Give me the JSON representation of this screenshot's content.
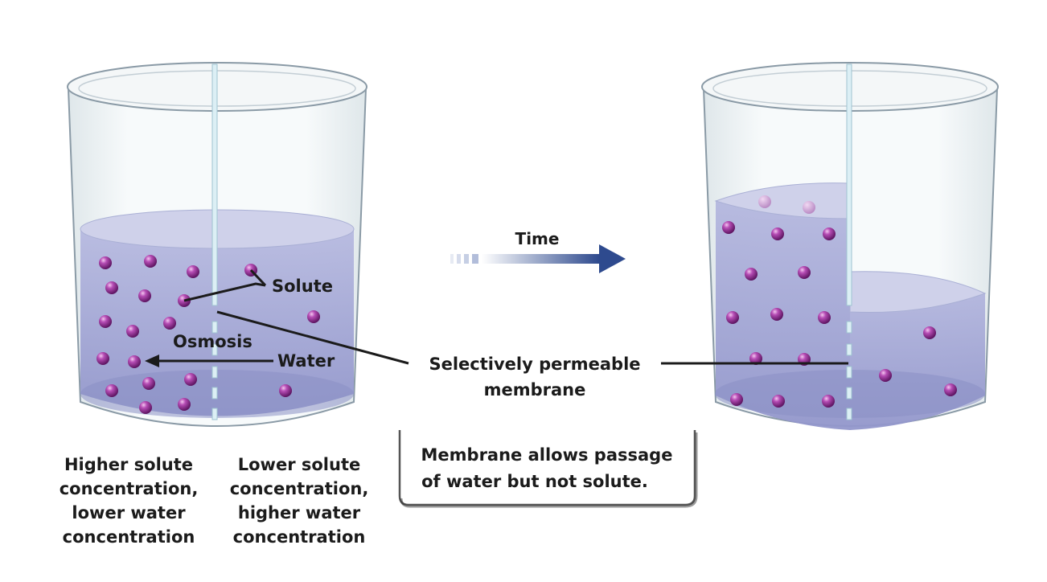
{
  "labels": {
    "solute": "Solute",
    "osmosis": "Osmosis",
    "water": "Water",
    "time": "Time",
    "membrane_line1": "Selectively permeable",
    "membrane_line2": "membrane",
    "note_line1": "Membrane allows passage",
    "note_line2": "of water but not solute.",
    "left_side_lines": [
      "Higher solute",
      "concentration,",
      "lower water",
      "concentration"
    ],
    "right_side_lines": [
      "Lower solute",
      "concentration,",
      "higher water",
      "concentration"
    ]
  },
  "colors": {
    "glass_stroke": "#8a9aa6",
    "glass_fill": "#eef3f5",
    "water_fill": "#a6aad6",
    "water_top": "#cfd1ea",
    "water_bottom": "#8b8fc4",
    "membrane": "#c7e3ee",
    "solute": "#8a2a8c",
    "arrow": "#2e4a8e",
    "text": "#1b1b1b"
  }
}
